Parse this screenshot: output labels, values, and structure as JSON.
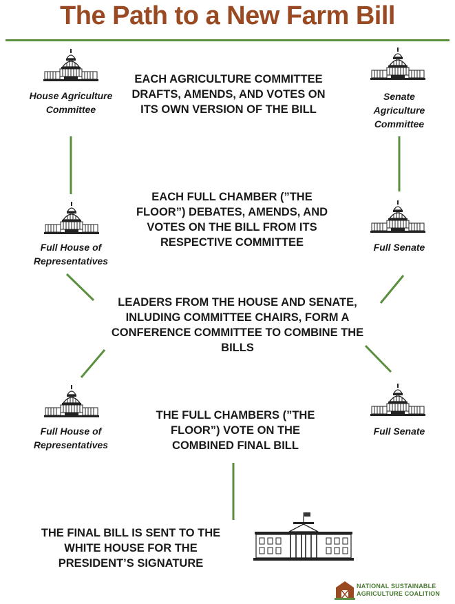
{
  "title": "The Path to a New Farm Bill",
  "colors": {
    "title": "#9a4a22",
    "accent": "#5a8f3d",
    "text": "#1a1a1a"
  },
  "steps": {
    "committee": "EACH AGRICULTURE COMMITTEE DRAFTS, AMENDS, AND VOTES ON ITS OWN VERSION OF THE BILL",
    "floor": "EACH FULL CHAMBER (”THE FLOOR”) DEBATES, AMENDS, AND VOTES ON THE BILL FROM ITS RESPECTIVE COMMITTEE",
    "conference": "LEADERS FROM THE HOUSE AND SENATE, INLUDING COMMITTEE CHAIRS, FORM A CONFERENCE COMMITTEE TO COMBINE THE BILLS",
    "final_vote": "THE FULL CHAMBERS (”THE FLOOR”) VOTE ON THE COMBINED FINAL BILL",
    "president": "THE FINAL BILL IS SENT TO THE WHITE HOUSE FOR THE PRESIDENT’S SIGNATURE"
  },
  "labels": {
    "house_committee": "House Agriculture Committee",
    "senate_committee": "Senate Agriculture Committee",
    "full_house_1": "Full House of Representatives",
    "full_senate_1": "Full Senate",
    "full_house_2": "Full House of Representatives",
    "full_senate_2": "Full Senate"
  },
  "icons": {
    "capitol": "capitol-icon",
    "white_house": "white-house-icon",
    "logo": "barn-logo-icon"
  },
  "logo": {
    "line1": "NATIONAL SUSTAINABLE",
    "line2": "AGRICULTURE COALITION"
  }
}
